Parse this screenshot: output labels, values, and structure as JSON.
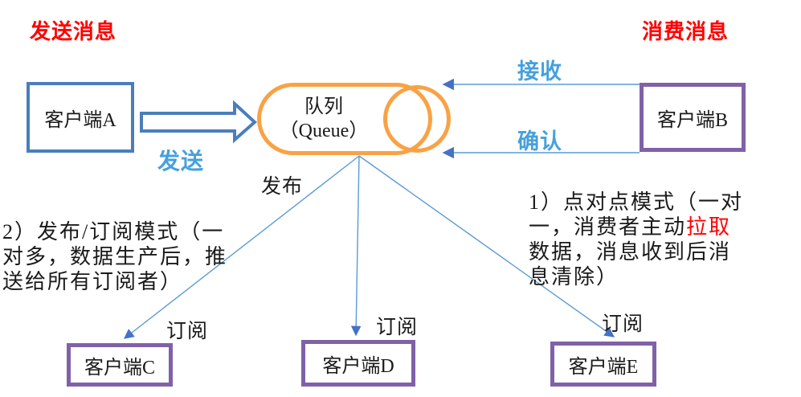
{
  "titles": {
    "send": "发送消息",
    "consume": "消费消息"
  },
  "nodes": {
    "client_a": "客户端A",
    "client_b": "客户端B",
    "client_c": "客户端C",
    "client_d": "客户端D",
    "client_e": "客户端E",
    "queue_line1": "队列",
    "queue_line2": "（Queue）"
  },
  "edge_labels": {
    "send": "发送",
    "receive": "接收",
    "ack": "确认",
    "publish": "发布",
    "subscribe_c": "订阅",
    "subscribe_d": "订阅",
    "subscribe_e": "订阅"
  },
  "notes": {
    "pubsub": "2）发布/订阅模式（一\n对多，数据生产后，推\n送给所有订阅者）",
    "p2p_before": "1）点对点模式（一对\n一，消费者主动",
    "p2p_highlight": "拉取",
    "p2p_after": "数据，消息收到后消\n息清除）"
  },
  "colors": {
    "title_red": "#ff0000",
    "label_blue": "#46a0dc",
    "line_blue": "#5b9bd5",
    "arrowhead_blue": "#4472c4",
    "queue_orange": "#f9a245",
    "client_a_border": "#4a7ebb",
    "consumer_purple": "#8061a8"
  }
}
